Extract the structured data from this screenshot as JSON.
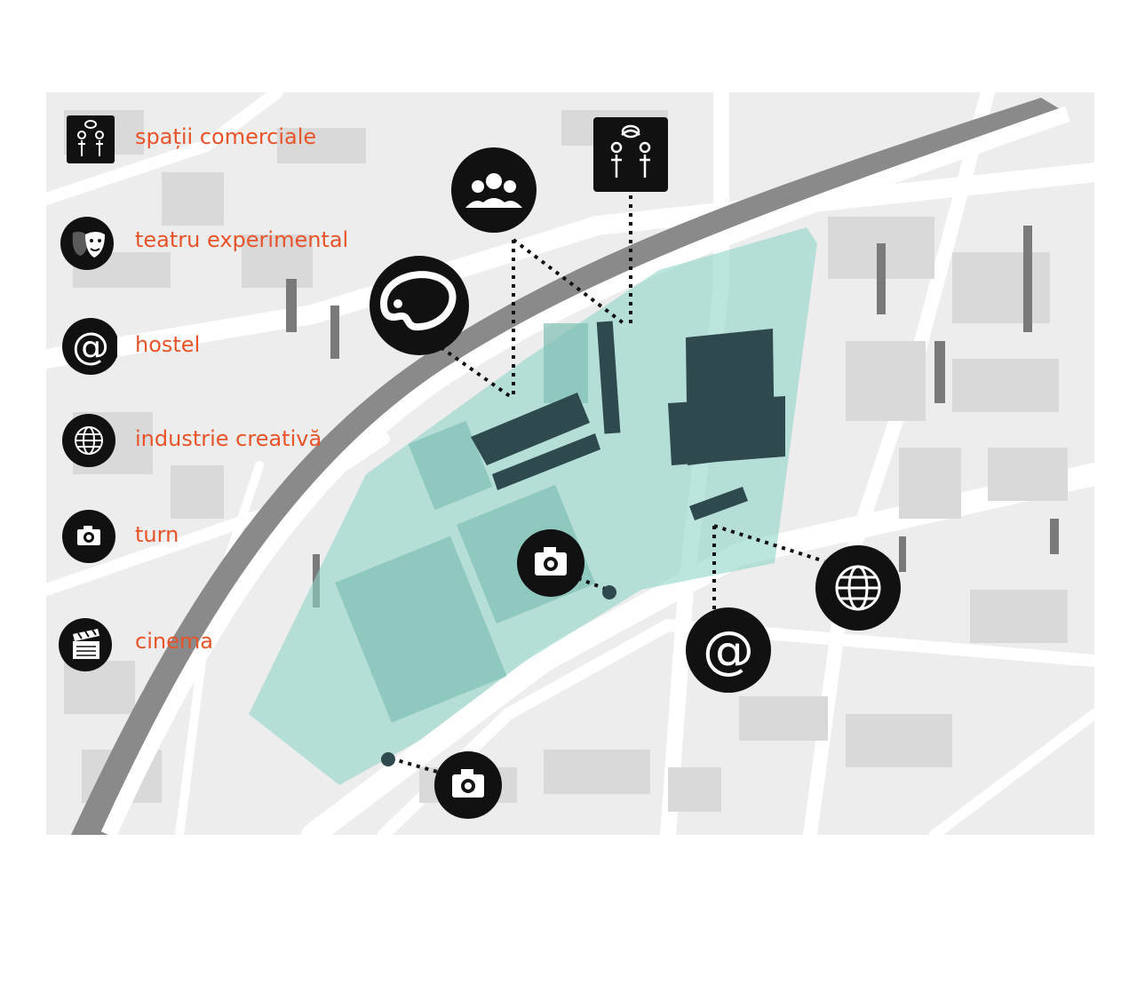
{
  "legend": {
    "items": [
      {
        "id": "commercial",
        "label": "spații comerciale",
        "icon": "people-talking-icon"
      },
      {
        "id": "theatre",
        "label": "teatru experimental",
        "icon": "theatre-mask-icon"
      },
      {
        "id": "hostel",
        "label": "hostel",
        "icon": "at-sign-icon"
      },
      {
        "id": "creative",
        "label": "industrie creativă",
        "icon": "globe-icon"
      },
      {
        "id": "tower",
        "label": "turn",
        "icon": "camera-icon"
      },
      {
        "id": "cinema",
        "label": "cinema",
        "icon": "clapperboard-icon"
      }
    ]
  },
  "colors": {
    "label": "#e8542a",
    "site": "#8fd3c8",
    "building": "#2f4a4e",
    "icon_bg": "#111111",
    "river": "#8a8a8a",
    "map_bg": "#ededed"
  },
  "map_markers": [
    {
      "type": "group-icon"
    },
    {
      "type": "people-talking-icon"
    },
    {
      "type": "palette-icon"
    },
    {
      "type": "camera-icon"
    },
    {
      "type": "at-sign-icon"
    },
    {
      "type": "globe-icon"
    },
    {
      "type": "camera-icon"
    }
  ]
}
